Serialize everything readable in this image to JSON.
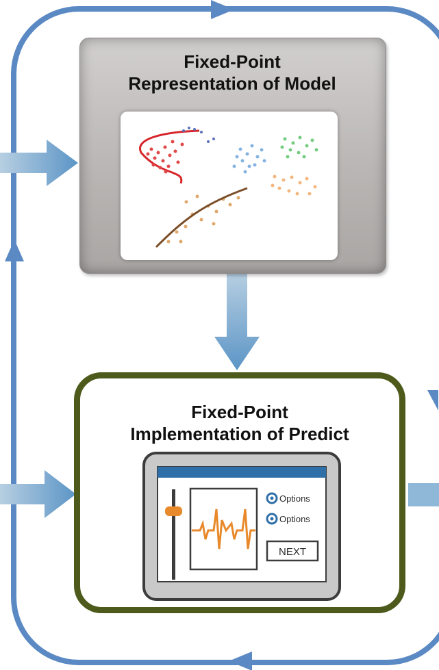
{
  "model_box": {
    "title_line1": "Fixed-Point",
    "title_line2": "Representation of Model"
  },
  "predict_box": {
    "title_line1": "Fixed-Point",
    "title_line2": "Implementation of Predict"
  },
  "ui_mockup": {
    "option1": "Options",
    "option2": "Options",
    "next_label": "NEXT"
  },
  "colors": {
    "loop_arrow": "#5b89c3",
    "flow_arrow": "#7fb0d4",
    "predict_border": "#4d5a1c",
    "waveform": "#e8892b",
    "radio": "#2f6fa8",
    "screen_header": "#2f6fa8"
  }
}
